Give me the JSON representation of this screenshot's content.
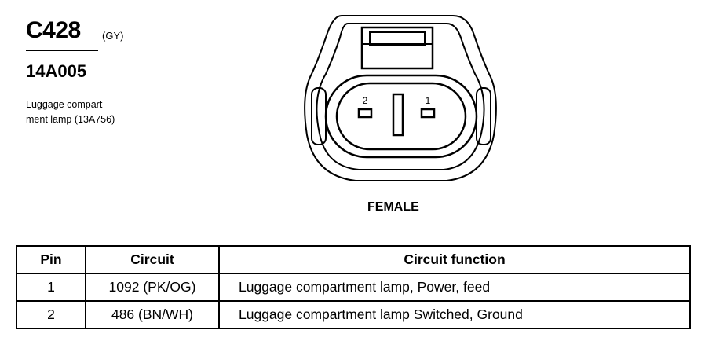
{
  "connector": {
    "id": "C428",
    "color_code": "(GY)",
    "part_number": "14A005",
    "description_lines": [
      "Luggage compart-",
      "ment lamp (13A756)"
    ],
    "gender": "FEMALE"
  },
  "diagram": {
    "pin_labels": [
      "2",
      "1"
    ]
  },
  "table": {
    "headers": [
      "Pin",
      "Circuit",
      "Circuit function"
    ],
    "rows": [
      {
        "pin": "1",
        "circuit": "1092 (PK/OG)",
        "function": "Luggage compartment lamp, Power, feed"
      },
      {
        "pin": "2",
        "circuit": "486 (BN/WH)",
        "function": "Luggage compartment lamp  Switched, Ground"
      }
    ]
  }
}
